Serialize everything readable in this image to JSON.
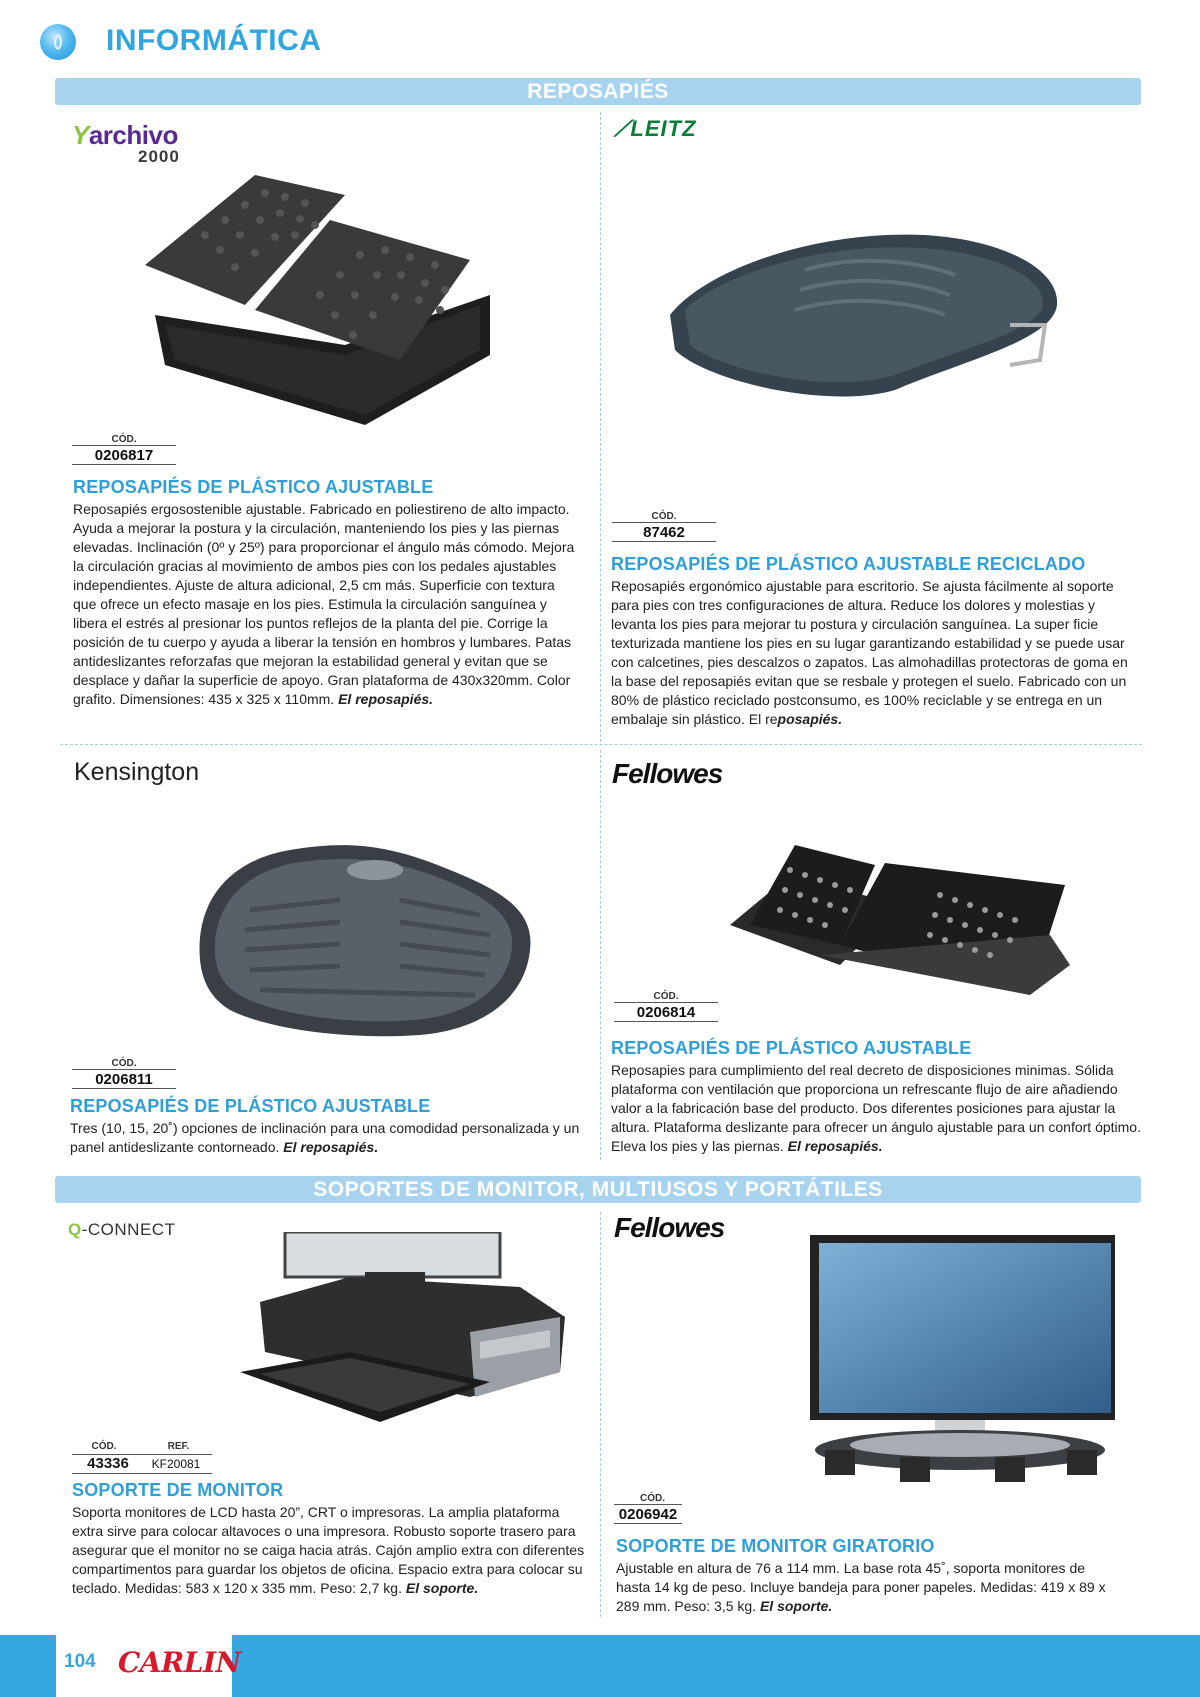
{
  "header": {
    "title": "INFORMÁTICA"
  },
  "sections": {
    "footrests": "REPOSAPIÉS",
    "stands": "SOPORTES DE MONITOR, MULTIUSOS Y PORTÁTILES"
  },
  "brands": {
    "archivo_top": "archivo",
    "archivo_bottom": "2000",
    "leitz": "LEITZ",
    "kensington": "Kensington",
    "fellowes_1": "Fellowes",
    "fellowes_2": "Fellowes",
    "qconnect_q": "Q",
    "qconnect_rest": "-CONNECT"
  },
  "products": [
    {
      "code_label": "CÓD.",
      "code": "0206817",
      "title": "REPOSAPIÉS DE PLÁSTICO AJUSTABLE",
      "desc": "Reposapiés ergosostenible ajustable. Fabricado en poliestireno de alto impacto. Ayuda a mejorar la postura y la circulación, manteniendo los pies y las piernas elevadas.  Inclinación (0º y 25º) para proporcionar el ángulo más cómodo. Mejora la circulación gracias al movimiento de ambos pies con los pedales ajustables independientes. Ajuste de altura adicional, 2,5 cm más. Superficie con textura que ofrece un efecto masaje en los pies. Estimula la circulación sanguínea y libera el estrés al presionar los puntos reflejos de la planta del pie. Corrige la posición de tu cuerpo y ayuda a liberar la tensión en hombros y lumbares. Patas antideslizantes reforzafas que mejoran la estabilidad general y evitan que se desplace y dañar la superficie de apoyo. Gran plataforma de 430x320mm. Color grafito. Dimensiones: 435 x 325 x 110mm.",
      "unit": "El reposapiés."
    },
    {
      "code_label": "CÓD.",
      "code": "87462",
      "title": "REPOSAPIÉS DE PLÁSTICO AJUSTABLE RECICLADO",
      "desc": "Reposapiés ergonómico ajustable para escritorio. Se ajusta fácilmente al soporte para pies con tres configuraciones de altura. Reduce los dolores y molestias y levanta los pies para mejorar tu postura y circulación sanguínea. La super ficie texturizada mantiene los pies en su lugar garantizando estabilidad y se puede usar con calcetines, pies descalzos o zapatos. Las almohadillas protectoras de goma en la base del reposapiés evitan que se resbale y protegen el suelo. Fabricado con un 80% de plástico reciclado postconsumo, es 100% reciclable y se entrega en un embalaje sin plástico. El re",
      "unit": "posapiés."
    },
    {
      "code_label": "CÓD.",
      "code": "0206811",
      "title": "REPOSAPIÉS DE PLÁSTICO AJUSTABLE",
      "desc": "Tres (10, 15, 20˚) opciones de inclinación para una comodidad personalizada y un panel antideslizante contorneado.",
      "unit": "El reposapiés."
    },
    {
      "code_label": "CÓD.",
      "code": "0206814",
      "title": "REPOSAPIÉS DE PLÁSTICO AJUSTABLE",
      "desc": "Reposapies para cumplimiento del real decreto de disposiciones minimas. Sólida plataforma con ventilación que proporciona un refrescante flujo de aire añadiendo valor a la fabricación base del producto. Dos diferentes posiciones para ajustar la altura. Plataforma deslizante para ofrecer un ángulo ajustable para un confort óptimo. Eleva los pies y las piernas.",
      "unit": "El reposapiés."
    },
    {
      "code_label": "CÓD.",
      "code": "43336",
      "ref_label": "REF.",
      "ref": "KF20081",
      "title": "SOPORTE DE MONITOR",
      "desc": "Soporta monitores de LCD hasta 20”, CRT o impresoras. La amplia plataforma extra sirve para colocar altavoces o una impresora. Robusto soporte trasero para asegurar que el monitor no se caiga hacia atrás. Cajón amplio extra con diferentes compartimentos para guardar los objetos de oficina. Espacio extra para colocar su teclado. Medidas: 583 x 120 x 335 mm. Peso: 2,7 kg.",
      "unit": "El soporte."
    },
    {
      "code_label": "CÓD.",
      "code": "0206942",
      "title": "SOPORTE DE MONITOR GIRATORIO",
      "desc": "Ajustable en altura de 76 a 114 mm. La base rota 45˚, soporta monitores de hasta 14 kg de peso. Incluye bandeja para poner papeles. Medidas: 419 x 89 x 289 mm. Peso: 3,5 kg.",
      "unit": "El soporte."
    }
  ],
  "footer": {
    "page": "104",
    "logo": "CARLIN"
  },
  "colors": {
    "accent": "#2f9fd8",
    "bar": "#a7d3ef",
    "footer": "#37a7e1",
    "logo_red": "#d7192b"
  }
}
